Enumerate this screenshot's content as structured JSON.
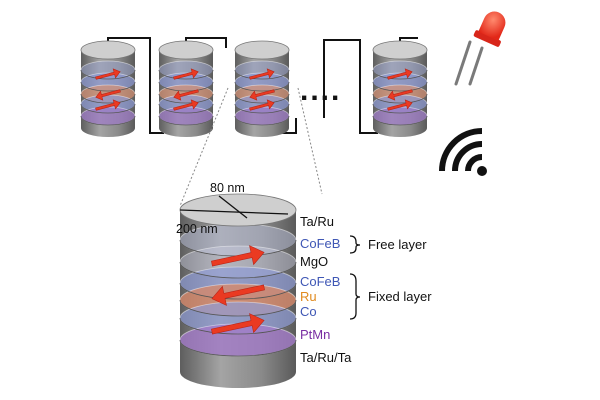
{
  "colors": {
    "cylinder_body": "#8f8f8f",
    "cylinder_dark": "#6e6e6e",
    "cylinder_top": "#cfcfcf",
    "cobalt_band": "#7f8fd0",
    "ruthenium_band": "#d89070",
    "ptmn_band": "#a07ac8",
    "arrow": "#ea3a22",
    "wire": "#111111",
    "led_red": "#ee2d1f",
    "led_leg": "#7a7a7a",
    "wifi": "#111111"
  },
  "pillars": {
    "visible_count": 4,
    "ellipsis": "....",
    "icons": [
      "led-icon",
      "wifi-icon"
    ]
  },
  "detail": {
    "dimensions": {
      "width": "80 nm",
      "length": "200 nm"
    },
    "layers": [
      {
        "label": "Ta/Ru",
        "color": "#111111"
      },
      {
        "label": "CoFeB",
        "color": "#3f57b5"
      },
      {
        "label": "MgO",
        "color": "#111111"
      },
      {
        "label": "CoFeB",
        "color": "#3f57b5"
      },
      {
        "label": "Ru",
        "color": "#e08a1e"
      },
      {
        "label": "Co",
        "color": "#3f57b5"
      },
      {
        "label": "PtMn",
        "color": "#7a2fa3"
      },
      {
        "label": "Ta/Ru/Ta",
        "color": "#111111"
      }
    ],
    "groups": {
      "free": "Free layer",
      "fixed": "Fixed layer"
    }
  }
}
